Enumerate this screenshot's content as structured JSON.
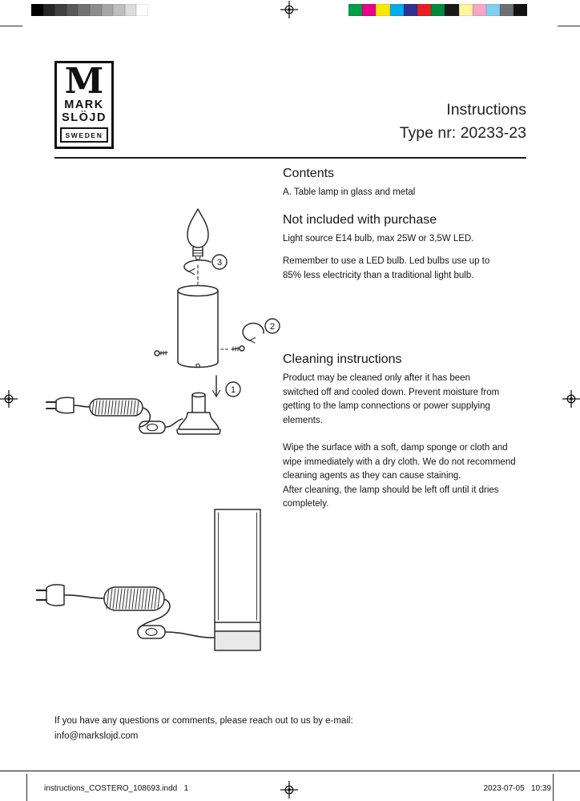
{
  "printer_marks": {
    "grayscale_swatches": [
      "#000000",
      "#262626",
      "#404040",
      "#595959",
      "#737373",
      "#8c8c8c",
      "#a6a6a6",
      "#bfbfbf",
      "#dcdcdc",
      "#ffffff"
    ],
    "color_swatches": [
      "#009e49",
      "#ec008c",
      "#ffe600",
      "#00aeef",
      "#2e3192",
      "#ed1c24",
      "#008a3e",
      "#1a1a1a",
      "#fff59b",
      "#f7a6c6",
      "#7fd0ee",
      "#6e6f72",
      "#141414"
    ]
  },
  "logo": {
    "monogram": "M",
    "line1": "MARK",
    "line2": "SLÖJD",
    "line3": "SWEDEN"
  },
  "header": {
    "title": "Instructions",
    "type_nr": "Type nr: 20233-23"
  },
  "sections": {
    "contents": {
      "heading": "Contents",
      "body": "A. Table lamp in glass and metal"
    },
    "not_included": {
      "heading": "Not included with purchase",
      "body": "Light source E14 bulb, max 25W or 3,5W LED.",
      "note": "Remember to use a LED bulb. Led bulbs use up to\n85% less electricity than a traditional light bulb."
    },
    "cleaning": {
      "heading": "Cleaning instructions",
      "para1": "Product may be cleaned only after it has been\nswitched off and cooled down. Prevent moisture from\ngetting to the lamp connections or power supplying\nelements.",
      "para2": "Wipe the surface with a soft, damp sponge or  cloth and\nwipe  immediately with a dry cloth.  We do not recommend\ncleaning agents as they  can cause staining.\nAfter cleaning, the lamp should be left off until it  dries\ncompletely."
    }
  },
  "diagram": {
    "steps": {
      "one": "1",
      "two": "2",
      "three": "3"
    }
  },
  "contact": {
    "text": "If you have any questions or comments, please reach out to us by e-mail:\ninfo@markslojd.com"
  },
  "slug": {
    "filename": "instructions_COSTERO_108693.indd   1",
    "datetime": "2023-07-05   10:39"
  }
}
